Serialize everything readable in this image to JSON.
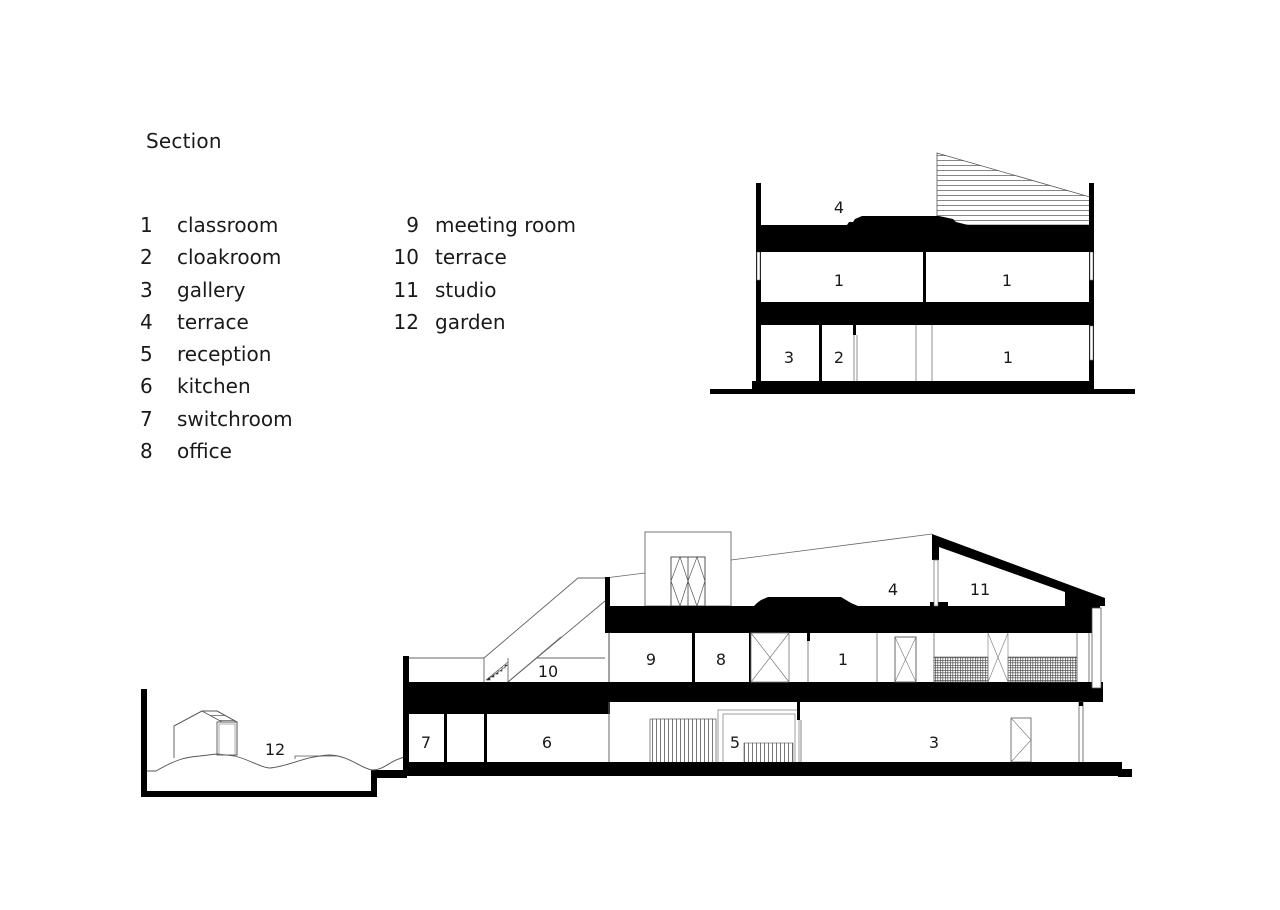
{
  "title": "Section",
  "legend": {
    "column1": [
      {
        "num": "1",
        "label": "classroom"
      },
      {
        "num": "2",
        "label": "cloakroom"
      },
      {
        "num": "3",
        "label": "gallery"
      },
      {
        "num": "4",
        "label": "terrace"
      },
      {
        "num": "5",
        "label": "reception"
      },
      {
        "num": "6",
        "label": "kitchen"
      },
      {
        "num": "7",
        "label": "switchroom"
      },
      {
        "num": "8",
        "label": "office"
      }
    ],
    "column2": [
      {
        "num": "9",
        "label": "meeting room"
      },
      {
        "num": "10",
        "label": "terrace"
      },
      {
        "num": "11",
        "label": "studio"
      },
      {
        "num": "12",
        "label": "garden"
      }
    ]
  },
  "section_small": {
    "labels": {
      "terrace": "4",
      "classroom_upper_left": "1",
      "classroom_upper_right": "1",
      "gallery": "3",
      "cloakroom": "2",
      "classroom_ground": "1"
    }
  },
  "section_large": {
    "labels": {
      "garden": "12",
      "switchroom": "7",
      "kitchen": "6",
      "terrace_lower": "10",
      "meeting_room": "9",
      "office": "8",
      "classroom": "1",
      "reception": "5",
      "gallery": "3",
      "terrace_roof": "4",
      "studio": "11"
    }
  },
  "colors": {
    "ink": "#000000",
    "line": "#555555",
    "background": "#ffffff"
  }
}
